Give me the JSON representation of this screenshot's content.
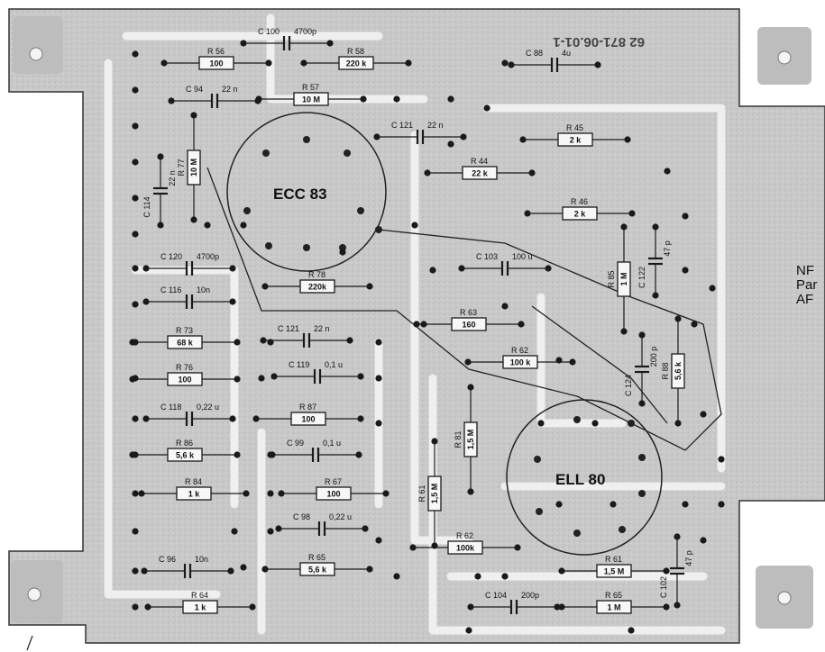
{
  "side_text": [
    "NF",
    "Par",
    "AF"
  ],
  "part_number": "62 871-06.01-1",
  "tubes": [
    {
      "id": "ecc83",
      "label": "ECC 83"
    },
    {
      "id": "ell80",
      "label": "ELL 80"
    }
  ],
  "resistors": [
    {
      "id": "r56",
      "ref": "R 56",
      "value": "100"
    },
    {
      "id": "r58",
      "ref": "R 58",
      "value": "220 k"
    },
    {
      "id": "r57",
      "ref": "R 57",
      "value": "10 M"
    },
    {
      "id": "r77",
      "ref": "R 77",
      "value": "10 M"
    },
    {
      "id": "r45",
      "ref": "R 45",
      "value": "2 k"
    },
    {
      "id": "r44",
      "ref": "R 44",
      "value": "22 k"
    },
    {
      "id": "r46",
      "ref": "R 46",
      "value": "2 k"
    },
    {
      "id": "r78",
      "ref": "R 78",
      "value": "220k"
    },
    {
      "id": "r85",
      "ref": "R 85",
      "value": "1 M"
    },
    {
      "id": "r63",
      "ref": "R 63",
      "value": "160"
    },
    {
      "id": "r73",
      "ref": "R 73",
      "value": "68 k"
    },
    {
      "id": "r76",
      "ref": "R 76",
      "value": "100"
    },
    {
      "id": "r62a",
      "ref": "R 62",
      "value": "100 k"
    },
    {
      "id": "r88",
      "ref": "R 88",
      "value": "5,6 k"
    },
    {
      "id": "r87",
      "ref": "R 87",
      "value": "100"
    },
    {
      "id": "r86",
      "ref": "R 86",
      "value": "5,6 k"
    },
    {
      "id": "r81",
      "ref": "R 81",
      "value": "1,5 M"
    },
    {
      "id": "r84",
      "ref": "R 84",
      "value": "1 k"
    },
    {
      "id": "r67",
      "ref": "R 67",
      "value": "100"
    },
    {
      "id": "r61a",
      "ref": "R 61",
      "value": "1,5 M"
    },
    {
      "id": "r65a",
      "ref": "R 65",
      "value": "5,6 k"
    },
    {
      "id": "r62b",
      "ref": "R 62",
      "value": "100k"
    },
    {
      "id": "r64",
      "ref": "R 64",
      "value": "1 k"
    },
    {
      "id": "r61b",
      "ref": "R 61",
      "value": "1,5 M"
    },
    {
      "id": "r65b",
      "ref": "R 65",
      "value": "1 M"
    }
  ],
  "capacitors": [
    {
      "id": "c100",
      "ref": "C 100",
      "value": "4700p"
    },
    {
      "id": "c88",
      "ref": "C 88",
      "value": "4u"
    },
    {
      "id": "c94",
      "ref": "C 94",
      "value": "22 n"
    },
    {
      "id": "c121a",
      "ref": "C 121",
      "value": "22 n"
    },
    {
      "id": "c114",
      "ref": "C 114",
      "value": "22 n"
    },
    {
      "id": "c120",
      "ref": "C 120",
      "value": "4700p"
    },
    {
      "id": "c103",
      "ref": "C 103",
      "value": "100 u"
    },
    {
      "id": "c122",
      "ref": "C 122",
      "value": "47 p"
    },
    {
      "id": "c116",
      "ref": "C 116",
      "value": "10n"
    },
    {
      "id": "c121b",
      "ref": "C 121",
      "value": "22 n"
    },
    {
      "id": "c124",
      "ref": "C 124",
      "value": "200 p"
    },
    {
      "id": "c119",
      "ref": "C 119",
      "value": "0,1 u"
    },
    {
      "id": "c118",
      "ref": "C 118",
      "value": "0,22 u"
    },
    {
      "id": "c99",
      "ref": "C 99",
      "value": "0,1 u"
    },
    {
      "id": "c98",
      "ref": "C 98",
      "value": "0,22 u"
    },
    {
      "id": "c96",
      "ref": "C 96",
      "value": "10n"
    },
    {
      "id": "c104",
      "ref": "C 104",
      "value": "200p"
    },
    {
      "id": "c102",
      "ref": "C 102",
      "value": "47 p"
    }
  ]
}
